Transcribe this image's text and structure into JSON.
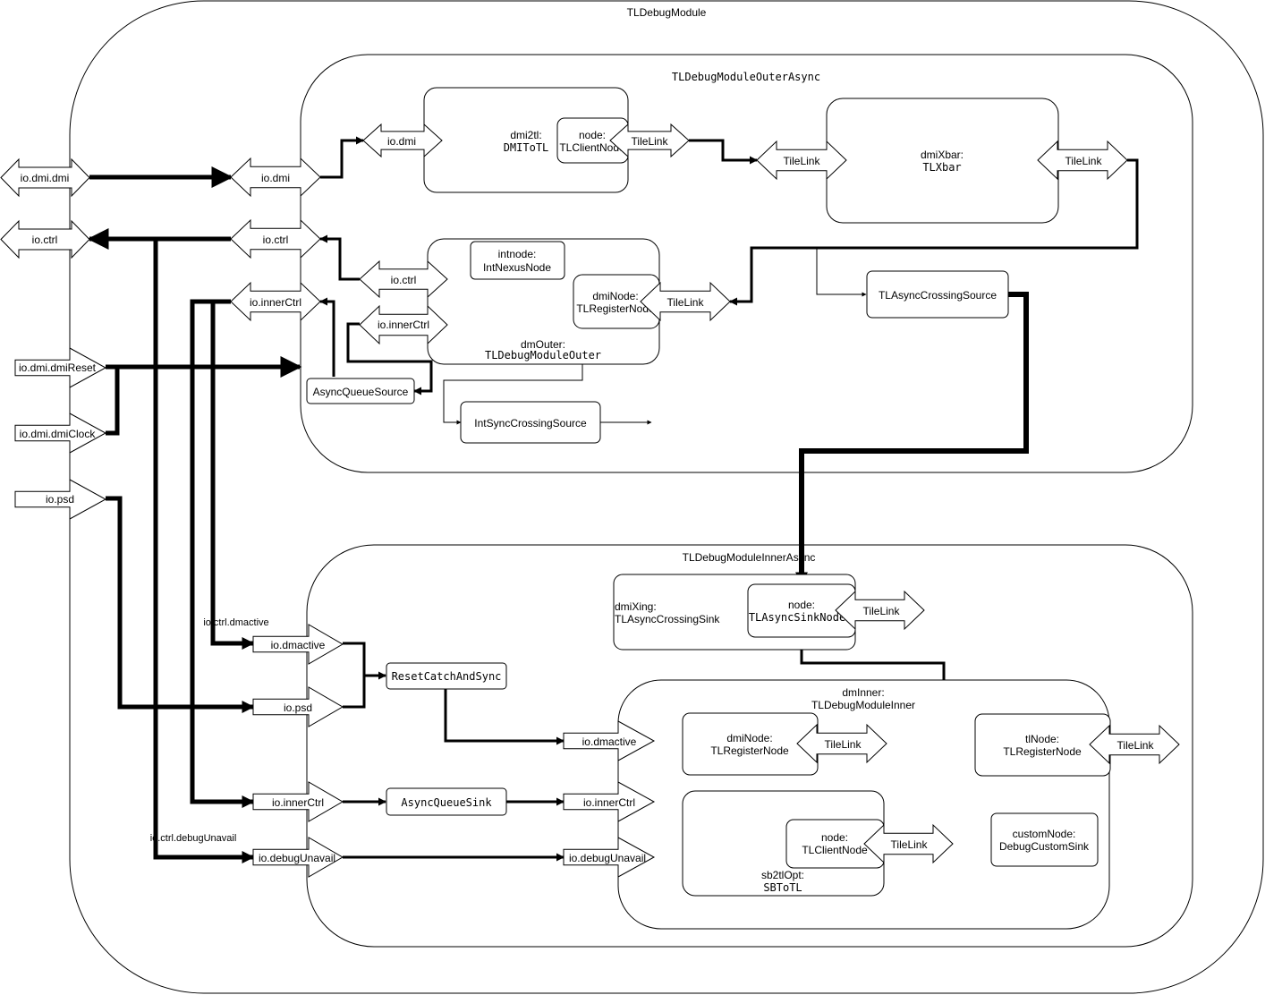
{
  "modules": {
    "top": "TLDebugModule",
    "outer_async": "TLDebugModuleOuterAsync",
    "inner_async": "TLDebugModuleInnerAsync"
  },
  "blocks": {
    "dmi2tl_name": "dmi2tl:",
    "dmi2tl_type": "DMIToTL",
    "node": "node:",
    "tlclient_node": "TLClientNode",
    "dmixbar_name": "dmiXbar:",
    "dmixbar_type": "TLXbar",
    "intnode_name": "intnode:",
    "intnode_type": "IntNexusNode",
    "dminode_name": "dmiNode:",
    "tlregister_node": "TLRegisterNode",
    "dmouter_name": "dmOuter:",
    "dmouter_type": "TLDebugModuleOuter",
    "tlasync_source": "TLAsyncCrossingSource",
    "asyncqueue_source": "AsyncQueueSource",
    "intsync_source": "IntSyncCrossingSource",
    "dmixing_name": "dmiXing:",
    "dmixing_type": "TLAsyncCrossingSink",
    "asyncsink_node": "TLAsyncSinkNode",
    "reset_catch": "ResetCatchAndSync",
    "asyncqueue_sink": "AsyncQueueSink",
    "dminner_name": "dmInner:",
    "dminner_type": "TLDebugModuleInner",
    "tlnode_name": "tlNode:",
    "customnode_name": "customNode:",
    "customnode_type": "DebugCustomSink",
    "sb2tl_name": "sb2tlOpt:",
    "sb2tl_type": "SBToTL"
  },
  "ports": {
    "dmi_dmi": "io.dmi.dmi",
    "ctrl": "io.ctrl",
    "dmi_reset": "io.dmi.dmiReset",
    "dmi_clock": "io.dmi.dmiClock",
    "psd": "io.psd",
    "dmi": "io.dmi",
    "inner_ctrl": "io.innerCtrl",
    "dmactive": "io.dmactive",
    "debug_unavail": "io.debugUnavail",
    "tilelink": "TileLink"
  },
  "wire_labels": {
    "ctrl_dmactive": "io.ctrl.dmactive",
    "ctrl_debug_unavail": "io.ctrl.debugUnavail"
  }
}
